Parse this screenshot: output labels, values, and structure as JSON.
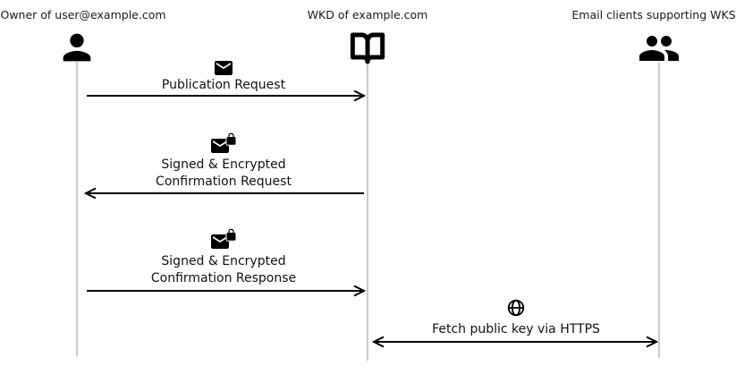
{
  "diagram_type": "sequence-diagram",
  "actors": [
    {
      "label": "Owner of user@example.com",
      "icon": "person-icon"
    },
    {
      "label": "WKD of example.com",
      "icon": "open-book-icon"
    },
    {
      "label": "Email clients supporting WKS",
      "icon": "people-icon"
    }
  ],
  "messages": [
    {
      "lines": [
        "Publication Request"
      ],
      "icon": "envelope-icon",
      "from": "Owner of user@example.com",
      "to": "WKD of example.com",
      "arrow_direction": "right"
    },
    {
      "lines": [
        "Signed & Encrypted",
        "Confirmation Request"
      ],
      "icon": "envelope-lock-icon",
      "from": "WKD of example.com",
      "to": "Owner of user@example.com",
      "arrow_direction": "left"
    },
    {
      "lines": [
        "Signed & Encrypted",
        "Confirmation Response"
      ],
      "icon": "envelope-lock-icon",
      "from": "Owner of user@example.com",
      "to": "WKD of example.com",
      "arrow_direction": "right"
    },
    {
      "lines": [
        "Fetch public key via HTTPS"
      ],
      "icon": "globe-icon",
      "from": "WKD of example.com",
      "to": "Email clients supporting WKS",
      "arrow_direction": "both"
    }
  ],
  "colors": {
    "background": "#ffffff",
    "lifeline": "#c9c9c9",
    "arrow": "#000000",
    "icon": "#000000",
    "text": "#111111"
  }
}
